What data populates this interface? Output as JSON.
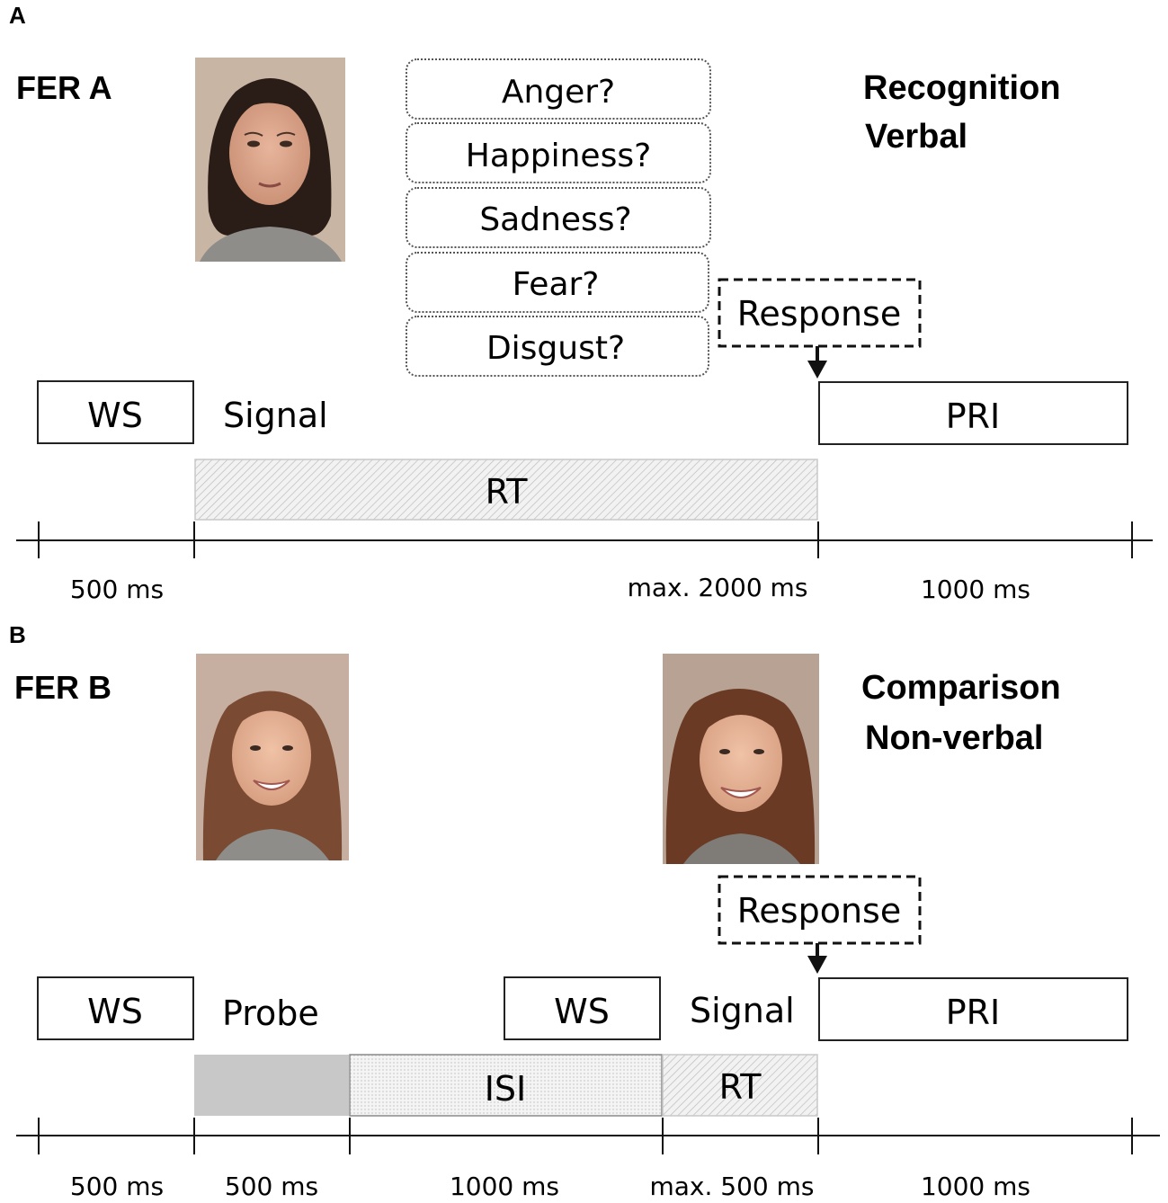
{
  "panel_a": {
    "letter": "A",
    "task": "FER A",
    "title_line1": "Recognition",
    "title_line2": "Verbal",
    "options": [
      "Anger?",
      "Happiness?",
      "Sadness?",
      "Fear?",
      "Disgust?"
    ],
    "response": "Response",
    "ws": "WS",
    "signal": "Signal",
    "pri": "PRI",
    "rt": "RT",
    "durations": [
      "500 ms",
      "max. 2000 ms",
      "1000 ms"
    ]
  },
  "panel_b": {
    "letter": "B",
    "task": "FER B",
    "title_line1": "Comparison",
    "title_line2": "Non-verbal",
    "response": "Response",
    "ws1": "WS",
    "probe": "Probe",
    "ws2": "WS",
    "signal": "Signal",
    "pri": "PRI",
    "isi": "ISI",
    "rt": "RT",
    "durations": [
      "500 ms",
      "500 ms",
      "1000 ms",
      "max. 500 ms",
      "1000 ms"
    ]
  }
}
